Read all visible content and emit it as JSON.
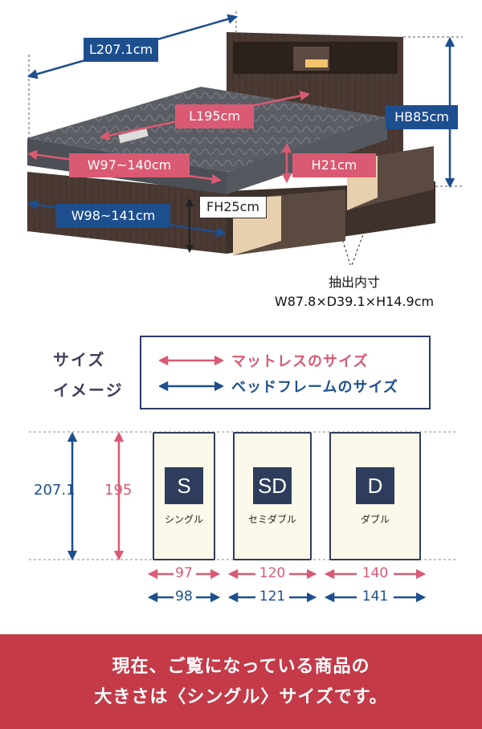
{
  "colors": {
    "blue": "#1d4f8f",
    "pink": "#d95a72",
    "navy": "#2f3d5c",
    "frame": "#4a3a33",
    "mattress": "#5a5d63",
    "footer_bg": "#c43a48"
  },
  "illustration": {
    "length_total": "L207.1cm",
    "mattress_length": "L195cm",
    "mattress_width": "W97~140cm",
    "frame_width": "W98~141cm",
    "mattress_height": "H21cm",
    "headboard_height": "HB85cm",
    "floor_height": "FH25cm",
    "drawer_caption_1": "抽出内寸",
    "drawer_caption_2": "W87.8×D39.1×H14.9cm"
  },
  "legend": {
    "title_1": "サイズ",
    "title_2": "イメージ",
    "mattress": "マットレスのサイズ",
    "frame": "ベッドフレームのサイズ"
  },
  "sizes": {
    "frame_length": "207.1",
    "mattress_length": "195",
    "cards": [
      {
        "code": "S",
        "name": "シングル",
        "mattress_w": "97",
        "frame_w": "98"
      },
      {
        "code": "SD",
        "name": "セミダブル",
        "mattress_w": "120",
        "frame_w": "121"
      },
      {
        "code": "D",
        "name": "ダブル",
        "mattress_w": "140",
        "frame_w": "141"
      }
    ]
  },
  "footer": {
    "line1": "現在、ご覧になっている商品の",
    "line2": "大きさは〈シングル〉サイズです。"
  }
}
